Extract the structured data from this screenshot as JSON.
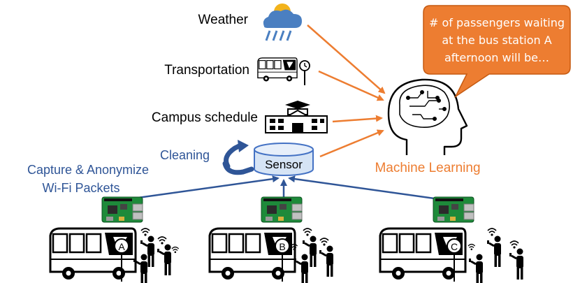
{
  "inputs": {
    "weather": "Weather",
    "transportation": "Transportation",
    "campus_schedule": "Campus schedule"
  },
  "sensor": {
    "label": "Sensor"
  },
  "cleaning": {
    "label": "Cleaning"
  },
  "capture": {
    "line1": "Capture & Anonymize",
    "line2": "Wi-Fi Packets"
  },
  "ml": {
    "label": "Machine Learning"
  },
  "bubble": {
    "line1": "# of passengers waiting",
    "line2": "at the bus station A",
    "line3": "afternoon will be…"
  },
  "stations": [
    {
      "letter": "A"
    },
    {
      "letter": "B"
    },
    {
      "letter": "C"
    }
  ],
  "colors": {
    "orange": "#ED7D31",
    "blue": "#2F5597",
    "sensor_fill": "#D6E4F5",
    "board_green": "#1E8A3A"
  },
  "icons": [
    "rain-cloud-icon",
    "bus-stop-icon",
    "school-building-icon",
    "brain-head-icon",
    "raspberry-pi-icon",
    "bus-icon",
    "person-phone-icon",
    "wifi-icon"
  ]
}
